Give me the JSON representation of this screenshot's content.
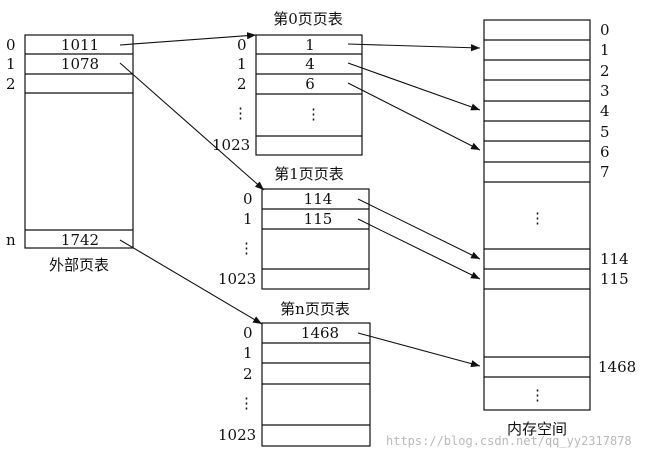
{
  "outer_table": {
    "title": "外部页表",
    "row_labels": [
      "0",
      "1",
      "2",
      "n"
    ],
    "entries": [
      "1011",
      "1078",
      "1742"
    ]
  },
  "page_table_0": {
    "title": "第0页页表",
    "row_labels": [
      "0",
      "1",
      "2",
      "⋮",
      "1023"
    ],
    "entries": [
      "1",
      "4",
      "6",
      "⋮"
    ]
  },
  "page_table_1": {
    "title": "第1页页表",
    "row_labels": [
      "0",
      "1",
      "⋮",
      "1023"
    ],
    "entries": [
      "114",
      "115"
    ]
  },
  "page_table_n": {
    "title": "第n页页表",
    "row_labels": [
      "0",
      "1",
      "2",
      "⋮",
      "1023"
    ],
    "entries": [
      "1468"
    ]
  },
  "memory": {
    "title": "内存空间",
    "frame_labels": [
      "0",
      "1",
      "2",
      "3",
      "4",
      "5",
      "6",
      "7",
      "⋮",
      "114",
      "115",
      "1468",
      "⋮"
    ]
  },
  "watermark": "https://blog.csdn.net/qq_yy2317878"
}
